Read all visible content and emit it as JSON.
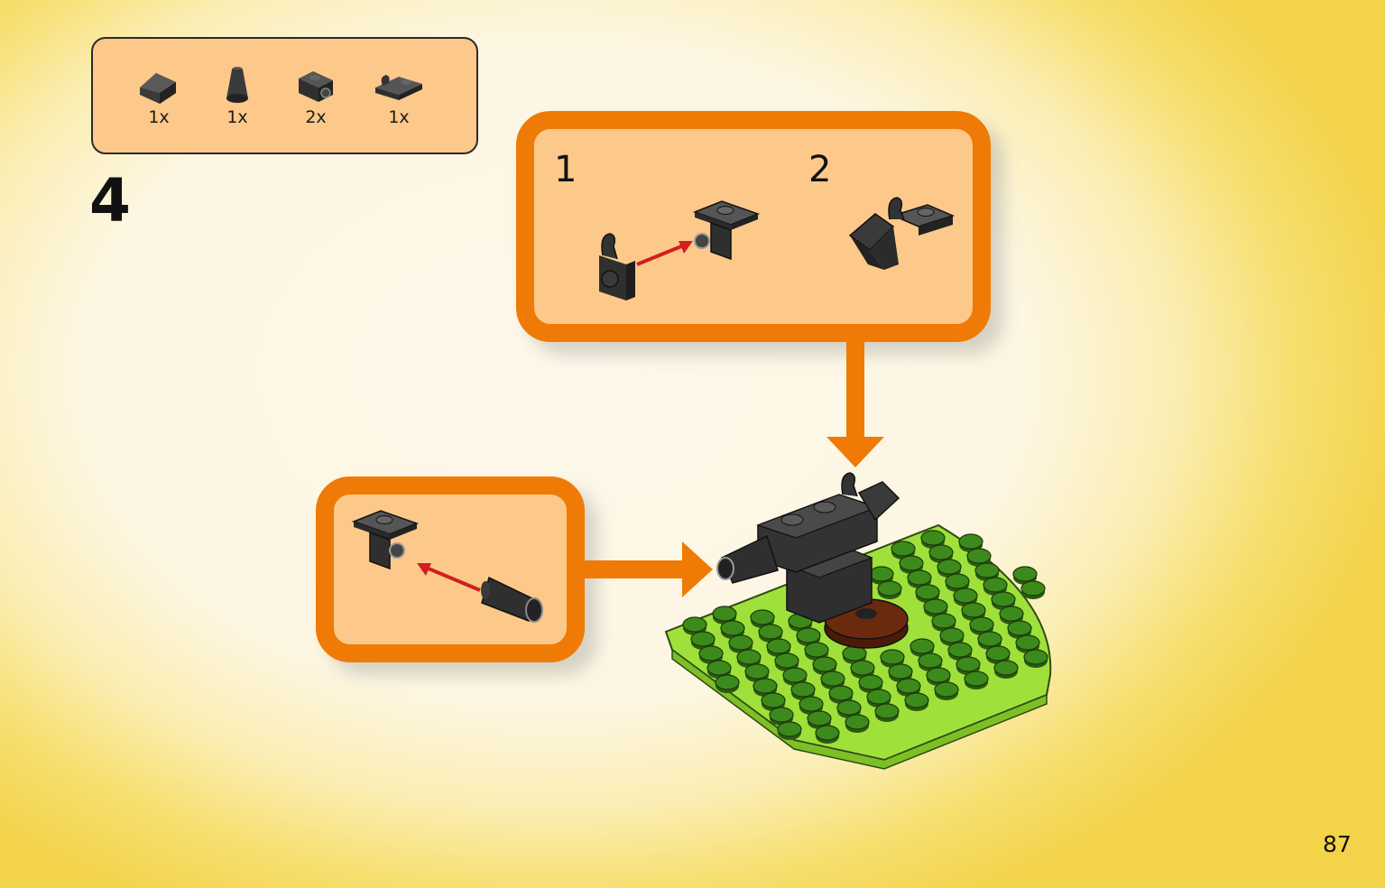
{
  "parts_list": {
    "items": [
      {
        "icon": "slope-brick-icon",
        "count": "1x"
      },
      {
        "icon": "cone-icon",
        "count": "1x"
      },
      {
        "icon": "bracket-plate-icon",
        "count": "2x"
      },
      {
        "icon": "clip-plate-icon",
        "count": "1x"
      }
    ]
  },
  "step": {
    "number": "4"
  },
  "callout_a": {
    "substep_1": "1",
    "substep_2": "2"
  },
  "page": {
    "number": "87"
  },
  "colors": {
    "callout_border": "#f07a06",
    "callout_fill": "#fcc98a",
    "baseplate_green": "#9fe13a",
    "stud_green": "#3c8a1c",
    "brick_dark": "#2f2f2f",
    "turntable_brown": "#6b2a0e",
    "assembly_arrow": "#d11f1f"
  }
}
